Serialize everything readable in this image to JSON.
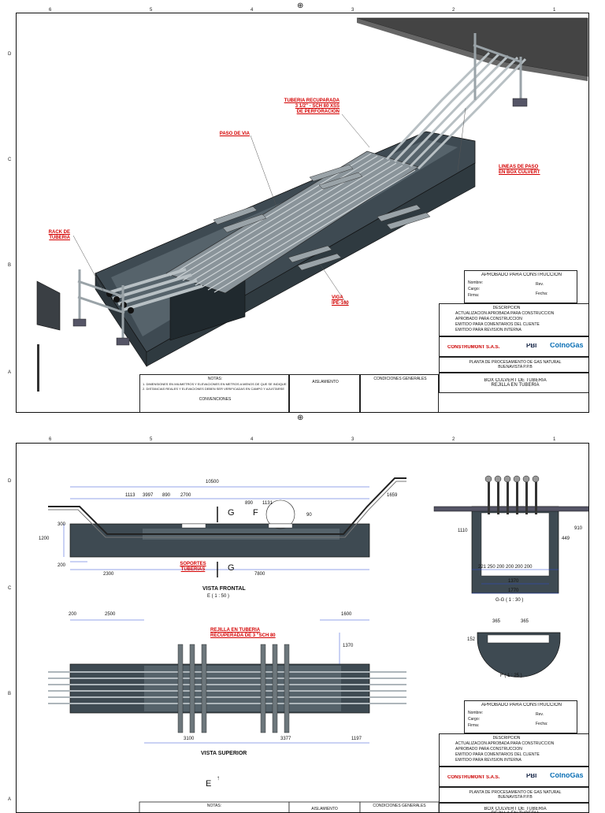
{
  "grid": {
    "columns": [
      "6",
      "5",
      "4",
      "3",
      "2",
      "1"
    ],
    "rows": [
      "D",
      "C",
      "B",
      "A"
    ]
  },
  "sheet1": {
    "annotations": {
      "tuberia": "TUBERIA RECUPARADA\n3 1/2\" - SCH 80 XSS\nDE PERFORACION",
      "paso": "PASO DE VIA",
      "lineas": "LINEAS DE PASO\nEN BOX CULVERT",
      "rack": "RACK DE\nTUBERIA",
      "viga": "VIGA\nIPE-160"
    }
  },
  "sheet2": {
    "front_dims": {
      "total": "10500",
      "d1": "1113",
      "d2": "3997",
      "d3": "890",
      "d4": "2700",
      "d5": "890",
      "d6": "1131",
      "d7": "1659",
      "d8": "90",
      "h1": "1200",
      "h2": "300",
      "b1": "200",
      "b2": "2300",
      "b3": "7800"
    },
    "section_marks": {
      "g": "G",
      "f": "F",
      "e": "E"
    },
    "soportes": "SOPORTES\nTUBERIAS",
    "vista_frontal": "VISTA FRONTAL",
    "vista_frontal_scale": "E ( 1 : 50 )",
    "gg_dims": {
      "h": "1110",
      "h2": "449",
      "h3": "910",
      "spacing": "221 250 200 200 200 200",
      "w1": "1370",
      "w2": "1770"
    },
    "gg_label": "G-G ( 1 : 30 )",
    "f_dims": {
      "a": "365",
      "b": "365",
      "h": "152"
    },
    "f_label": "F ( 1 : 25 )",
    "top_dims": {
      "a": "200",
      "b": "2500",
      "c": "1600",
      "d": "1370",
      "e": "3100",
      "f": "3377",
      "g": "1197"
    },
    "rejilla": "REJILLA EN TUBERIA\nRECUPERADA DE 3 \"SCH 80",
    "vista_superior": "VISTA SUPERIOR"
  },
  "title_block": {
    "approved": "APROBADO PARA CONSTRUCCIÓN",
    "nombre": "Nombre:",
    "cargo": "Cargo:",
    "firma": "Firma:",
    "fecha": "Fecha:",
    "rev": "Rev.",
    "revisions": [
      "EMITIDO PARA REVISION INTERNA",
      "EMITIDO PARA COMENTARIOS DEL CLIENTE",
      "APROBADO PARA CONSTRUCCION",
      "ACTUALIZACION APROBADA PARA CONSTRUCCION"
    ],
    "descripcion": "DESCRIPCION",
    "contractor": "CONSTRUMONT S.A.S.",
    "client1": "PBI",
    "client2": "ColnoGas",
    "project": "PLANTA DE PROCESAMIENTO DE GAS NATURAL\nBUENAVISTA P.P.B",
    "drawing_title": "BOX CULVERT DE TUBERIA\nREJILLA EN TUBERIA"
  },
  "notes": {
    "title": "NOTAS:",
    "lines": [
      "1. DIMENSIONES EN MILIMETROS Y ELEVACIONES EN METROS A MENOS DE QUE SE INDIQUE LO CONTRARIO",
      "2. DISTANCIAS REALES Y ELEVACIONES DEBEN SER VERIFICADAS EN CAMPO Y AJUSTARSE"
    ],
    "convenciones": "CONVENCIONES",
    "aislamiento": "AISLAMIENTO",
    "condiciones": "CONDICIONES GENERALES"
  }
}
